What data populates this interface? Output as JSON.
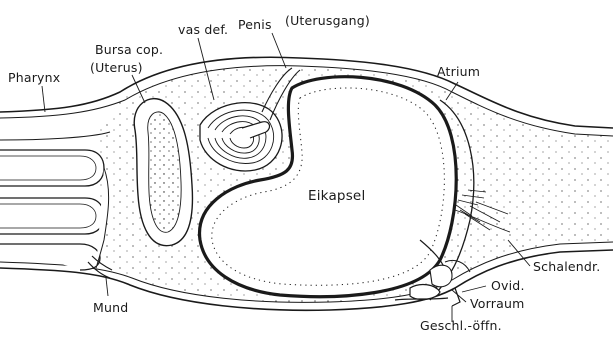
{
  "figure": {
    "labels": {
      "pharynx": "Pharynx",
      "bursa_cop": "Bursa cop.",
      "uterus": "(Uterus)",
      "vas_def": "vas def.",
      "penis": "Penis",
      "uterusgang": "(Uterusgang)",
      "atrium": "Atrium",
      "eikapsel": "Eikapsel",
      "schalendr": "Schalendr.",
      "ovid": "Ovid.",
      "vorraum": "Vorraum",
      "geschl_offn": "Geschl.-öffn.",
      "mund": "Mund"
    },
    "colors": {
      "ink": "#1a1a1a",
      "paper": "#ffffff"
    }
  }
}
